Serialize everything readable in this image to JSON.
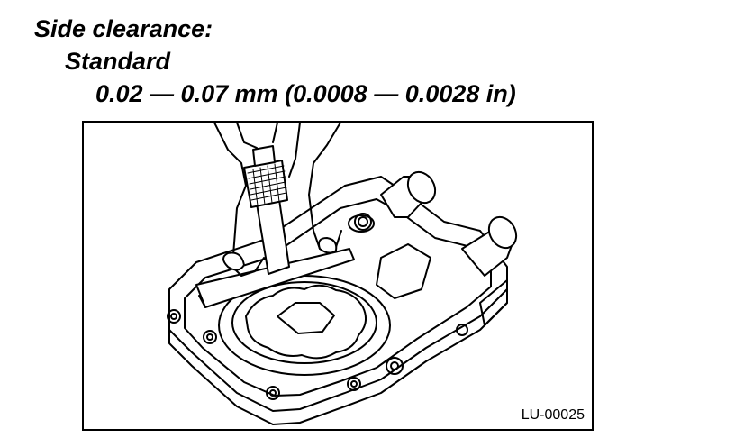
{
  "heading": {
    "title": "Side clearance:",
    "subtitle": "Standard",
    "value": "0.02 — 0.07 mm (0.0008 — 0.0028 in)"
  },
  "figure": {
    "code": "LU-00025"
  }
}
